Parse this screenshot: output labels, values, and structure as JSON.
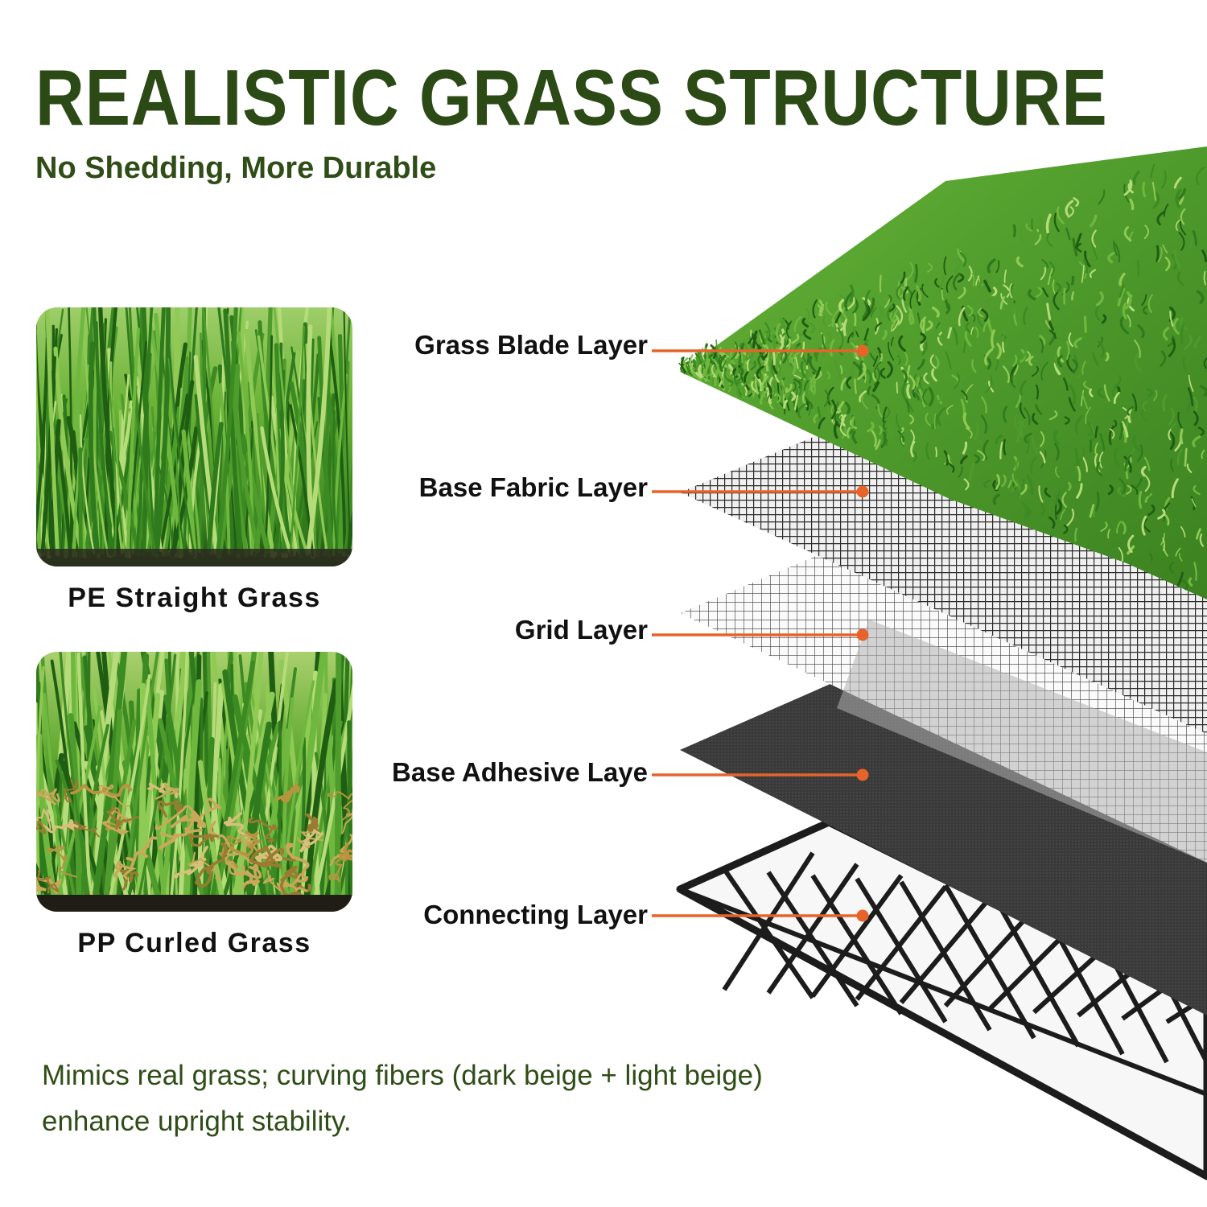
{
  "header": {
    "title": "REALISTIC GRASS STRUCTURE",
    "subtitle": "No Shedding, More Durable"
  },
  "grass_types": [
    {
      "label": "PE Straight Grass",
      "image": "straight-grass-photo"
    },
    {
      "label": "PP Curled Grass",
      "image": "curled-grass-photo"
    }
  ],
  "layers": [
    {
      "label": "Grass Blade Layer"
    },
    {
      "label": "Base Fabric Layer"
    },
    {
      "label": "Grid Layer"
    },
    {
      "label": "Base Adhesive Laye"
    },
    {
      "label": "Connecting Layer"
    }
  ],
  "footer": {
    "line1": "Mimics real grass; curving fibers  (dark beige  + light beige)",
    "line2": "enhance upright stability."
  },
  "colors": {
    "title": "#2c4a15",
    "callout": "#e8632a",
    "grass": "#4f9a2c"
  }
}
